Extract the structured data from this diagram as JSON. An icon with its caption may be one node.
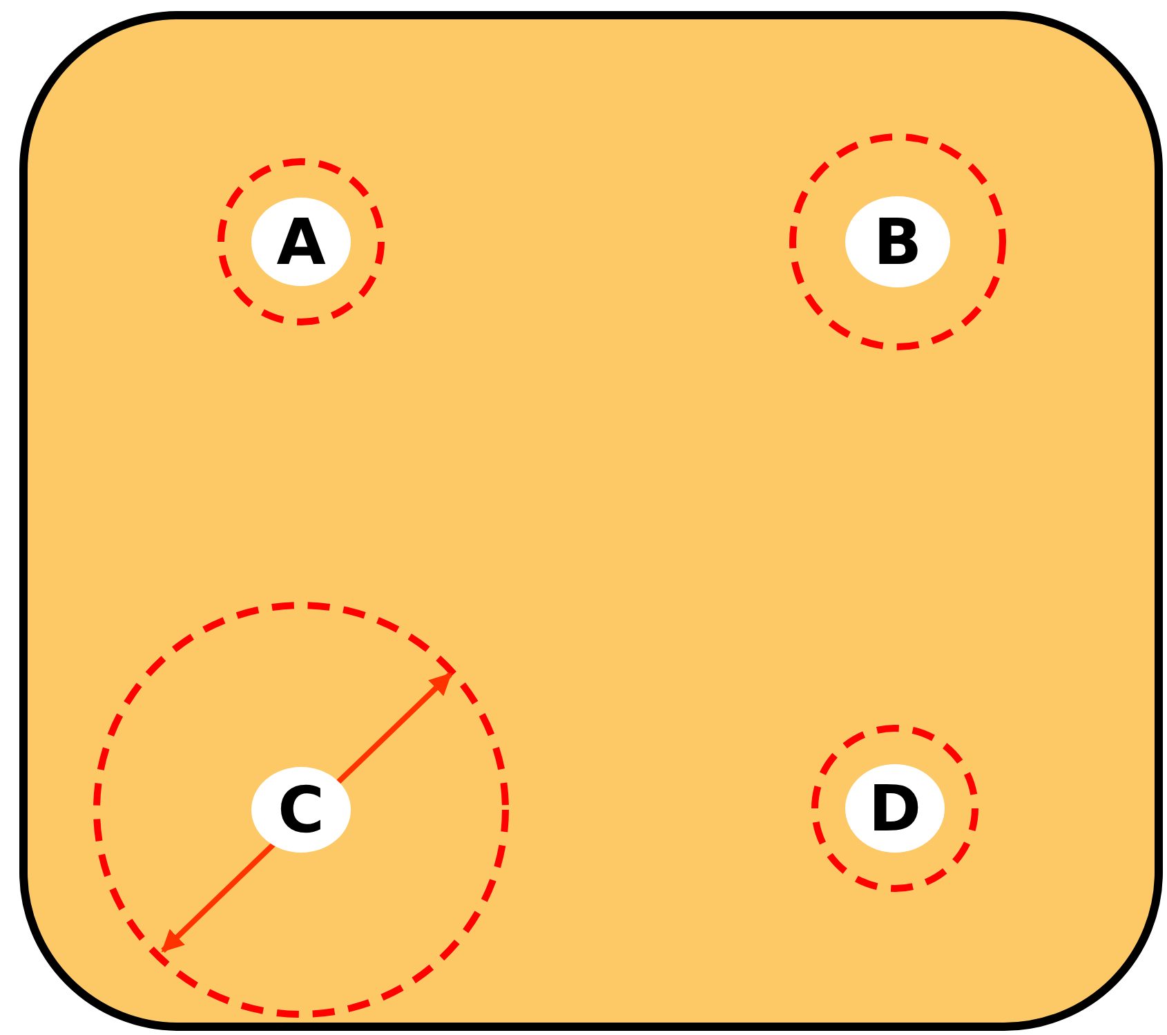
{
  "diagram": {
    "nodes": [
      {
        "text": [],
        "shape": "box"
      },
      {
        "text": [
          "A"
        ],
        "in": 0
      },
      {
        "text": [
          "B"
        ],
        "in": 0
      },
      {
        "text": [
          "C"
        ],
        "in": 0
      },
      {
        "text": [
          "D"
        ],
        "in": 0
      }
    ]
  }
}
